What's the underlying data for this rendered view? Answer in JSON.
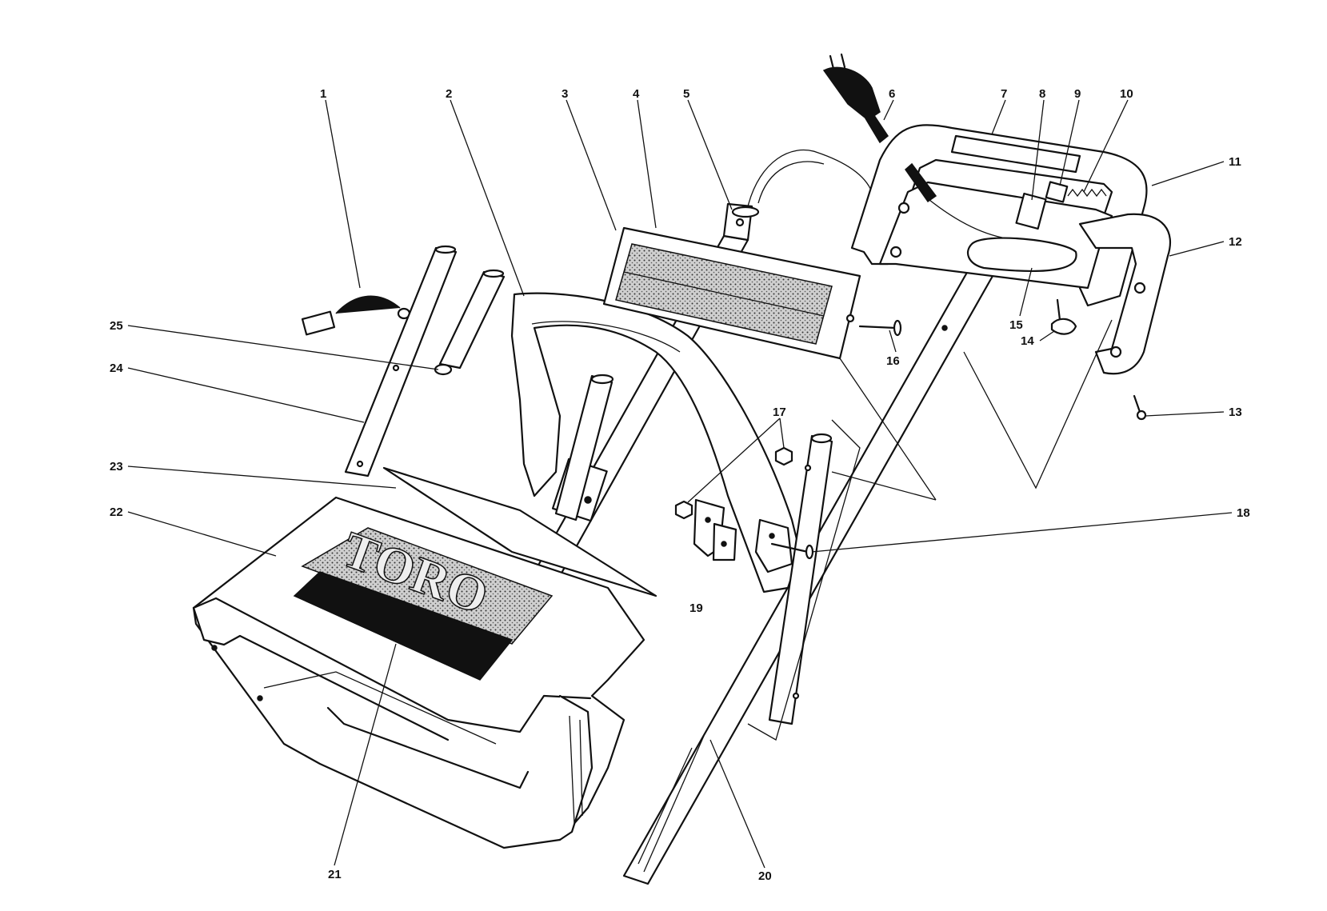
{
  "diagram": {
    "logo_text": "TORO",
    "callouts": {
      "c1": "1",
      "c2": "2",
      "c3": "3",
      "c4": "4",
      "c5": "5",
      "c6": "6",
      "c7": "7",
      "c8": "8",
      "c9": "9",
      "c10": "10",
      "c11": "11",
      "c12": "12",
      "c13": "13",
      "c14": "14",
      "c15": "15",
      "c16": "16",
      "c17": "17",
      "c18": "18",
      "c19": "19",
      "c20": "20",
      "c21": "21",
      "c22": "22",
      "c23": "23",
      "c24": "24",
      "c25": "25"
    }
  }
}
